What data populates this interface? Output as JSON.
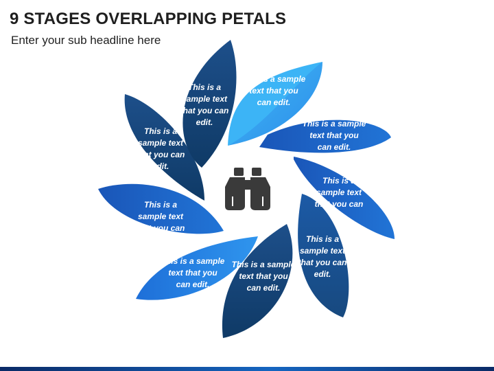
{
  "title": "9 STAGES OVERLAPPING PETALS",
  "subtitle": "Enter your sub headline here",
  "center_icon": "binoculars-icon",
  "colors": {
    "dark_navy": "#133f6e",
    "navy": "#1a4f8c",
    "royal_blue": "#1f63c4",
    "bright_blue": "#2a8ce8",
    "sky_blue": "#3ab0f5",
    "icon_gray": "#3a3a3a"
  },
  "petals": [
    {
      "id": "petal-1",
      "lines": [
        "This is a",
        "sample text",
        "that you can",
        "edit."
      ]
    },
    {
      "id": "petal-2",
      "lines": [
        "This is a",
        "sample text",
        "that you can",
        "edit."
      ]
    },
    {
      "id": "petal-3",
      "lines": [
        "This is a sample",
        "text that you",
        "can edit."
      ]
    },
    {
      "id": "petal-4",
      "lines": [
        "This is a sample",
        "text that you",
        "can edit."
      ]
    },
    {
      "id": "petal-5",
      "lines": [
        "This is a",
        "sample text",
        "that you can",
        "edit."
      ]
    },
    {
      "id": "petal-6",
      "lines": [
        "This is a",
        "sample text",
        "that you can",
        "edit."
      ]
    },
    {
      "id": "petal-7",
      "lines": [
        "This is a sample",
        "text that you",
        "can edit."
      ]
    },
    {
      "id": "petal-8",
      "lines": [
        "This is a sample",
        "text that you",
        "can edit."
      ]
    },
    {
      "id": "petal-9",
      "lines": [
        "This is a",
        "sample text",
        "that you can",
        "edit."
      ]
    }
  ]
}
